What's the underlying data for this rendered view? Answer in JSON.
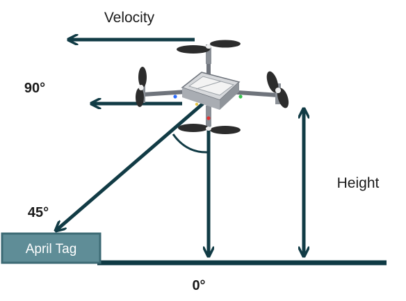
{
  "labels": {
    "velocity": "Velocity",
    "angle_90": "90°",
    "angle_45": "45°",
    "angle_0": "0°",
    "height": "Height",
    "april_tag": "April Tag"
  },
  "colors": {
    "arrow": "#113b45",
    "ground": "#0f3a44",
    "tag_fill": "#5f8d97",
    "tag_border": "#3c6a74",
    "tag_text": "#ffffff",
    "drone_arm": "#6f747c",
    "drone_body": "#d7d9dc",
    "drone_panel": "#f3f3f3",
    "prop": "#2c2c2c",
    "hub": "#f0f0f0",
    "led_blue": "#2a6cff",
    "led_green": "#34c24a",
    "led_red": "#e23030"
  },
  "icons": {
    "drone": "quadcopter-icon",
    "tag": "april-tag-marker"
  }
}
